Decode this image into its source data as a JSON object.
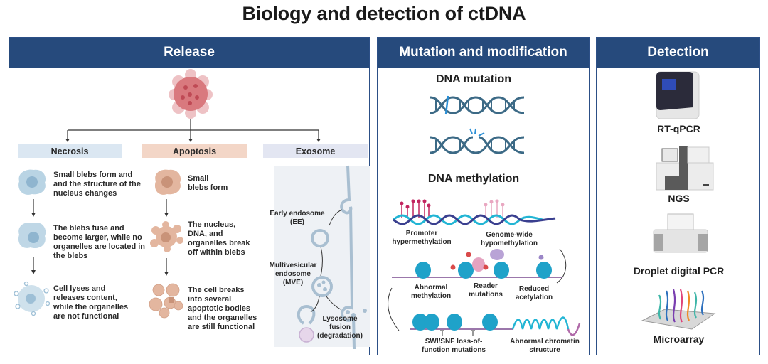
{
  "title": "Biology and detection of ctDNA",
  "panels": {
    "release": {
      "header": "Release",
      "categories": [
        {
          "label": "Necrosis",
          "color": "#dbe7f2"
        },
        {
          "label": "Apoptosis",
          "color": "#f3d6c7"
        },
        {
          "label": "Exosome",
          "color": "#e3e6f2"
        }
      ],
      "necrosis_steps": [
        "Small blebs form and and the structure of the nucleus changes",
        "The blebs fuse and become larger, while no organelles are located in the blebs",
        "Cell lyses and releases content, while the organelles are not functional"
      ],
      "apoptosis_steps": [
        "Small blebs form",
        "The nucleus, DNA, and organelles break off within blebs",
        "The cell breaks into several apoptotic bodies and the organelles are still functional"
      ],
      "exosome_labels": {
        "early": "Early endosome (EE)",
        "mve": "Multivesicular endosome (MVE)",
        "lysosome": "Lysosome fusion (degradation)"
      }
    },
    "mutation": {
      "header": "Mutation and modification",
      "dna_mutation": "DNA mutation",
      "dna_methylation": "DNA methylation",
      "labels": {
        "promoter": "Promoter hypermethylation",
        "genome": "Genome-wide hypomethylation",
        "abnormal_methylation": "Abnormal methylation",
        "reader": "Reader mutations",
        "acetylation": "Reduced acetylation",
        "swisnf": "SWI/SNF loss-of-function mutations",
        "chromatin": "Abnormal chromatin structure"
      }
    },
    "detection": {
      "header": "Detection",
      "methods": [
        "RT-qPCR",
        "NGS",
        "Droplet digital PCR",
        "Microarray"
      ]
    }
  },
  "colors": {
    "header_bg": "#264a7c",
    "border": "#2c4f86",
    "dna": "#3c6a86",
    "nucleosome": "#1fa2c9",
    "methyl_dark": "#c2245f",
    "methyl_light": "#e9a7c1"
  }
}
